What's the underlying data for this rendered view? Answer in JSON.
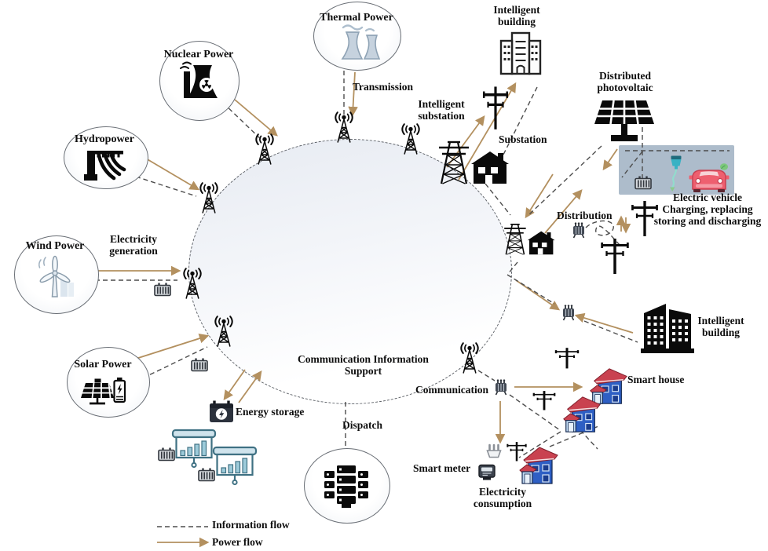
{
  "sources": {
    "thermal": "Thermal Power",
    "nuclear": "Nuclear Power",
    "hydro": "Hydropower",
    "wind": "Wind Power",
    "solar": "Solar Power"
  },
  "flow_labels": {
    "generation_l1": "Electricity",
    "generation_l2": "generation",
    "transmission": "Transmission",
    "substation": "Substation",
    "distribution": "Distribution",
    "communication": "Communication",
    "dispatch": "Dispatch",
    "consumption_l1": "Electricity",
    "consumption_l2": "consumption"
  },
  "center": {
    "support_l1": "Communication Information",
    "support_l2": "Support"
  },
  "nodes": {
    "intelligent_building_top_l1": "Intelligent",
    "intelligent_building_top_l2": "building",
    "intelligent_substation_l1": "Intelligent",
    "intelligent_substation_l2": "substation",
    "distributed_pv_l1": "Distributed",
    "distributed_pv_l2": "photovoltaic",
    "ev_l1": "Electric vehicle",
    "ev_l2": "Charging, replacing",
    "ev_l3": "storing and discharging",
    "intelligent_building_right_l1": "Intelligent",
    "intelligent_building_right_l2": "building",
    "smart_house": "Smart house",
    "smart_meter": "Smart meter",
    "energy_storage": "Energy storage"
  },
  "legend": {
    "information_flow": "Information flow",
    "power_flow": "Power flow"
  },
  "colors": {
    "power_flow": "#b3905f",
    "info_flow": "#4d4d4d",
    "house_blue": "#2e5fc4",
    "roof_red": "#c94250",
    "ev_panel": "#adbccb",
    "car_red": "#ee5f6f",
    "board_teal": "#3f7183"
  }
}
